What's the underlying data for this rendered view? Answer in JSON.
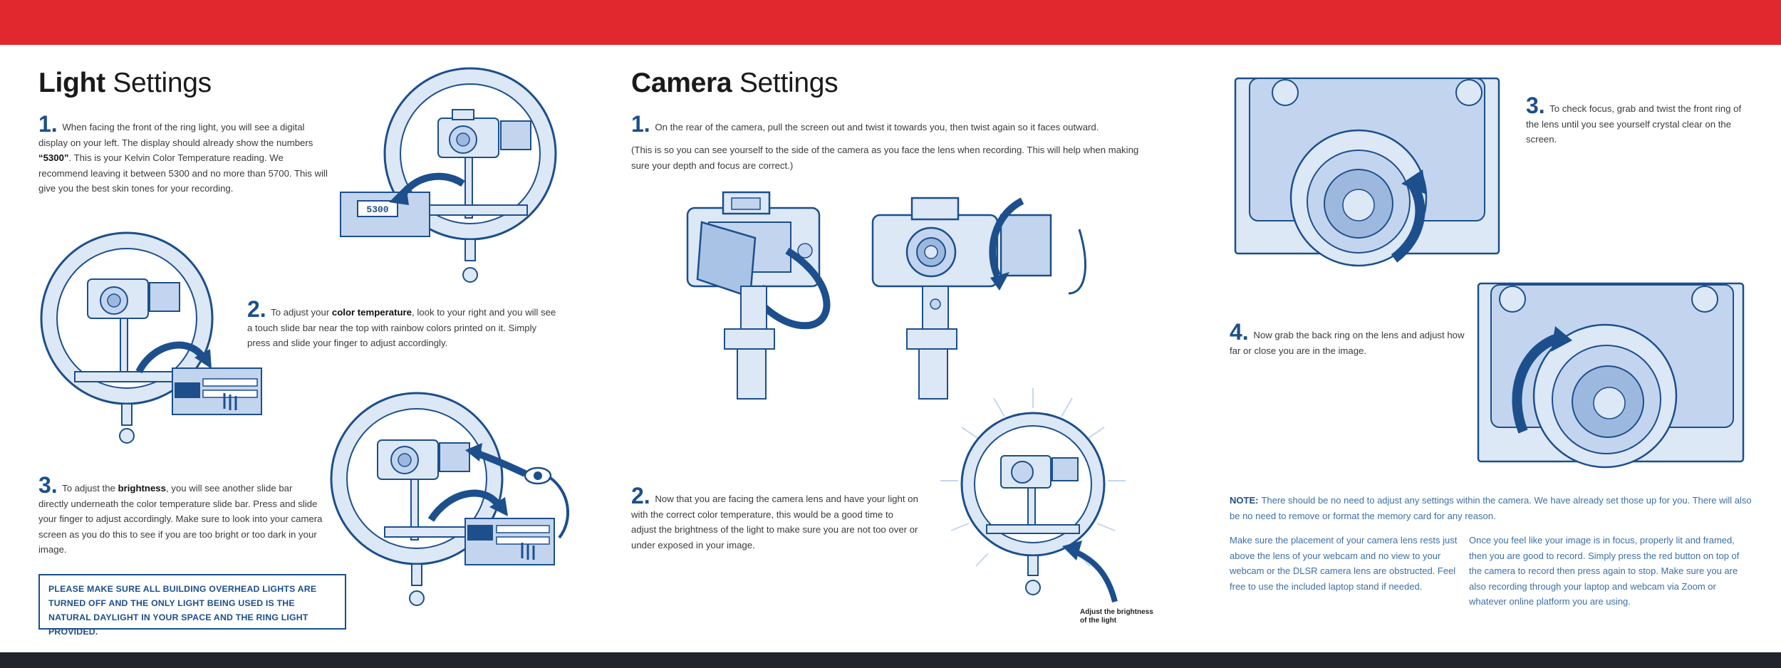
{
  "light": {
    "title_bold": "Light",
    "title_rest": " Settings",
    "step1": {
      "num": "1.",
      "t1": " When facing the front of the ring light, you will see a digital display on your left. The display should already show the numbers ",
      "bold": "“5300”",
      "t2": ". This is your Kelvin Color Temperature reading. We recommend leaving it between 5300 and no more than 5700. This will give you the best skin tones for your recording."
    },
    "step2": {
      "num": "2.",
      "t1": " To adjust your ",
      "bold": "color temperature",
      "t2": ", look to your right and you will see a touch slide bar near the top with rainbow colors printed on it. Simply press and slide your finger to adjust accordingly."
    },
    "step3": {
      "num": "3.",
      "t1": " To adjust the ",
      "bold": "brightness",
      "t2": ", you will see another slide bar directly underneath the color temperature slide bar. Press and slide your finger to adjust accordingly. Make sure to look into your camera screen as you do this to see if you are too bright or too dark in your image."
    },
    "warning": "PLEASE MAKE SURE ALL BUILDING OVERHEAD LIGHTS ARE TURNED OFF AND THE ONLY LIGHT BEING USED IS THE NATURAL DAYLIGHT IN YOUR SPACE AND THE RING LIGHT PROVIDED.",
    "display_value": "5300"
  },
  "camera": {
    "title_bold": "Camera",
    "title_rest": " Settings",
    "step1": {
      "num": "1.",
      "text": " On the rear of the camera, pull the screen out and twist it towards you, then twist again so it faces outward.",
      "sub": "(This is so you can see yourself to the side of the camera as you face the lens when recording. This will help when making sure your depth and focus are correct.)"
    },
    "step2": {
      "num": "2.",
      "text": " Now that you are facing the camera lens and have your light on with the correct color temperature, this would be a good time to adjust the brightness of the light to make sure you are not too over or under exposed in your image."
    },
    "caption": "Adjust the brightness of the light"
  },
  "focus": {
    "step3": {
      "num": "3.",
      "text": " To check focus, grab and twist the front ring of the lens until you see yourself crystal clear on the screen."
    },
    "step4": {
      "num": "4.",
      "text": " Now grab the back ring on the lens and adjust how far or close you are in the image."
    },
    "note_label": "NOTE:",
    "note_text": "There should be no need to adjust any settings within the camera. We have already set those up for you. There will also be no need to remove or format the memory card for any reason.",
    "col1": "Make sure the placement of your camera lens rests just above the lens of your webcam and no view to your webcam or the DLSR camera lens are obstructed. Feel free to use the included laptop stand if needed.",
    "col2": "Once you feel like your image is in focus, properly lit and framed, then you are good to record. Simply press the red button on top of the camera to record then press again to stop. Make sure you are also recording through your laptop and webcam via Zoom or whatever online platform you are using."
  },
  "colors": {
    "brand_red": "#e0282e",
    "accent_blue": "#1c4f8c",
    "footer_dark": "#23252c"
  }
}
